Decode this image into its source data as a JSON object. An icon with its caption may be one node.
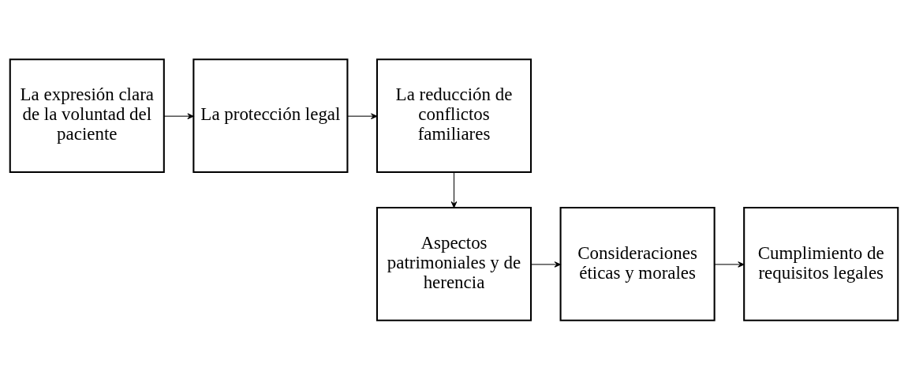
{
  "diagram": {
    "nodes": [
      {
        "text": [
          "La expresión clara de la voluntad del paciente"
        ]
      },
      {
        "text": [
          "La protección legal"
        ]
      },
      {
        "text": [
          "La reducción de conflictos familiares"
        ]
      },
      {
        "text": [
          "Aspectos patrimoniales y de herencia"
        ]
      },
      {
        "text": [
          "Consideraciones éticas y morales"
        ]
      },
      {
        "text": [
          "Cumplimiento de requisitos legales"
        ]
      }
    ],
    "edges": [
      {
        "from": 0,
        "to": 1,
        "arrow": "to"
      },
      {
        "from": 1,
        "to": 2,
        "arrow": "to"
      },
      {
        "from": 2,
        "to": 3,
        "arrow": "to"
      },
      {
        "from": 3,
        "to": 4,
        "arrow": "to"
      },
      {
        "from": 4,
        "to": 5,
        "arrow": "to"
      }
    ]
  }
}
